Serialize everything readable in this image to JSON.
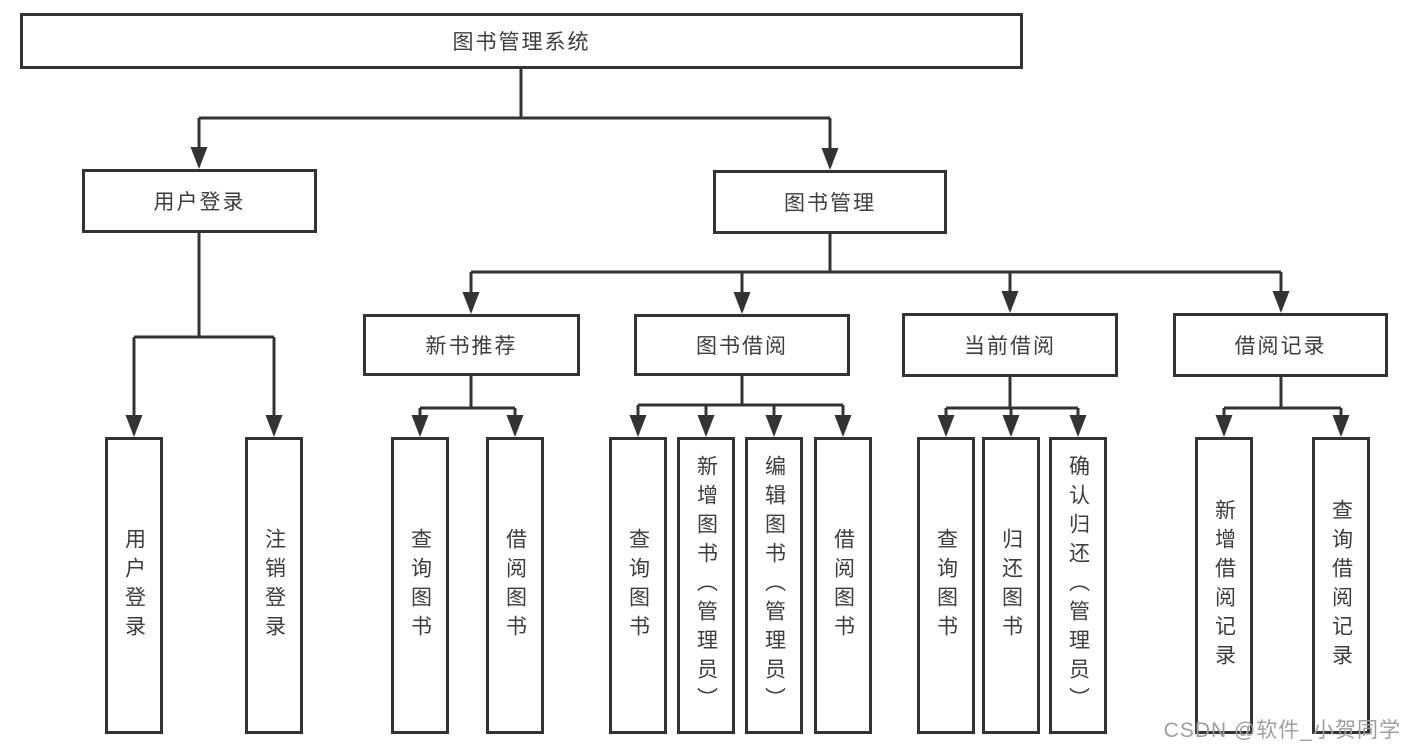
{
  "nodes": {
    "root": {
      "label": "图书管理系统"
    },
    "level1": [
      {
        "label": "用户登录"
      },
      {
        "label": "图书管理"
      }
    ],
    "level2": [
      {
        "label": "新书推荐"
      },
      {
        "label": "图书借阅"
      },
      {
        "label": "当前借阅"
      },
      {
        "label": "借阅记录"
      }
    ],
    "leaves": [
      {
        "label": "用户登录"
      },
      {
        "label": "注销登录"
      },
      {
        "label": "查询图书"
      },
      {
        "label": "借阅图书"
      },
      {
        "label": "查询图书"
      },
      {
        "label": "新增图书（管理员）"
      },
      {
        "label": "编辑图书（管理员）"
      },
      {
        "label": "借阅图书"
      },
      {
        "label": "查询图书"
      },
      {
        "label": "归还图书"
      },
      {
        "label": "确认归还（管理员）"
      },
      {
        "label": "新增借阅记录"
      },
      {
        "label": "查询借阅记录"
      }
    ]
  },
  "hierarchy": {
    "图书管理系统": [
      "用户登录",
      "图书管理"
    ],
    "用户登录": [
      "用户登录",
      "注销登录"
    ],
    "图书管理": [
      "新书推荐",
      "图书借阅",
      "当前借阅",
      "借阅记录"
    ],
    "新书推荐": [
      "查询图书",
      "借阅图书"
    ],
    "图书借阅": [
      "查询图书",
      "新增图书（管理员）",
      "编辑图书（管理员）",
      "借阅图书"
    ],
    "当前借阅": [
      "查询图书",
      "归还图书",
      "确认归还（管理员）"
    ],
    "借阅记录": [
      "新增借阅记录",
      "查询借阅记录"
    ]
  },
  "watermark": {
    "text": "CSDN @软件_小贺同学"
  },
  "colors": {
    "line": "#333333",
    "text": "#3d3d3d",
    "box_fill": "#ffffff",
    "background": "#ffffff",
    "watermark": "#9e9e9e"
  }
}
